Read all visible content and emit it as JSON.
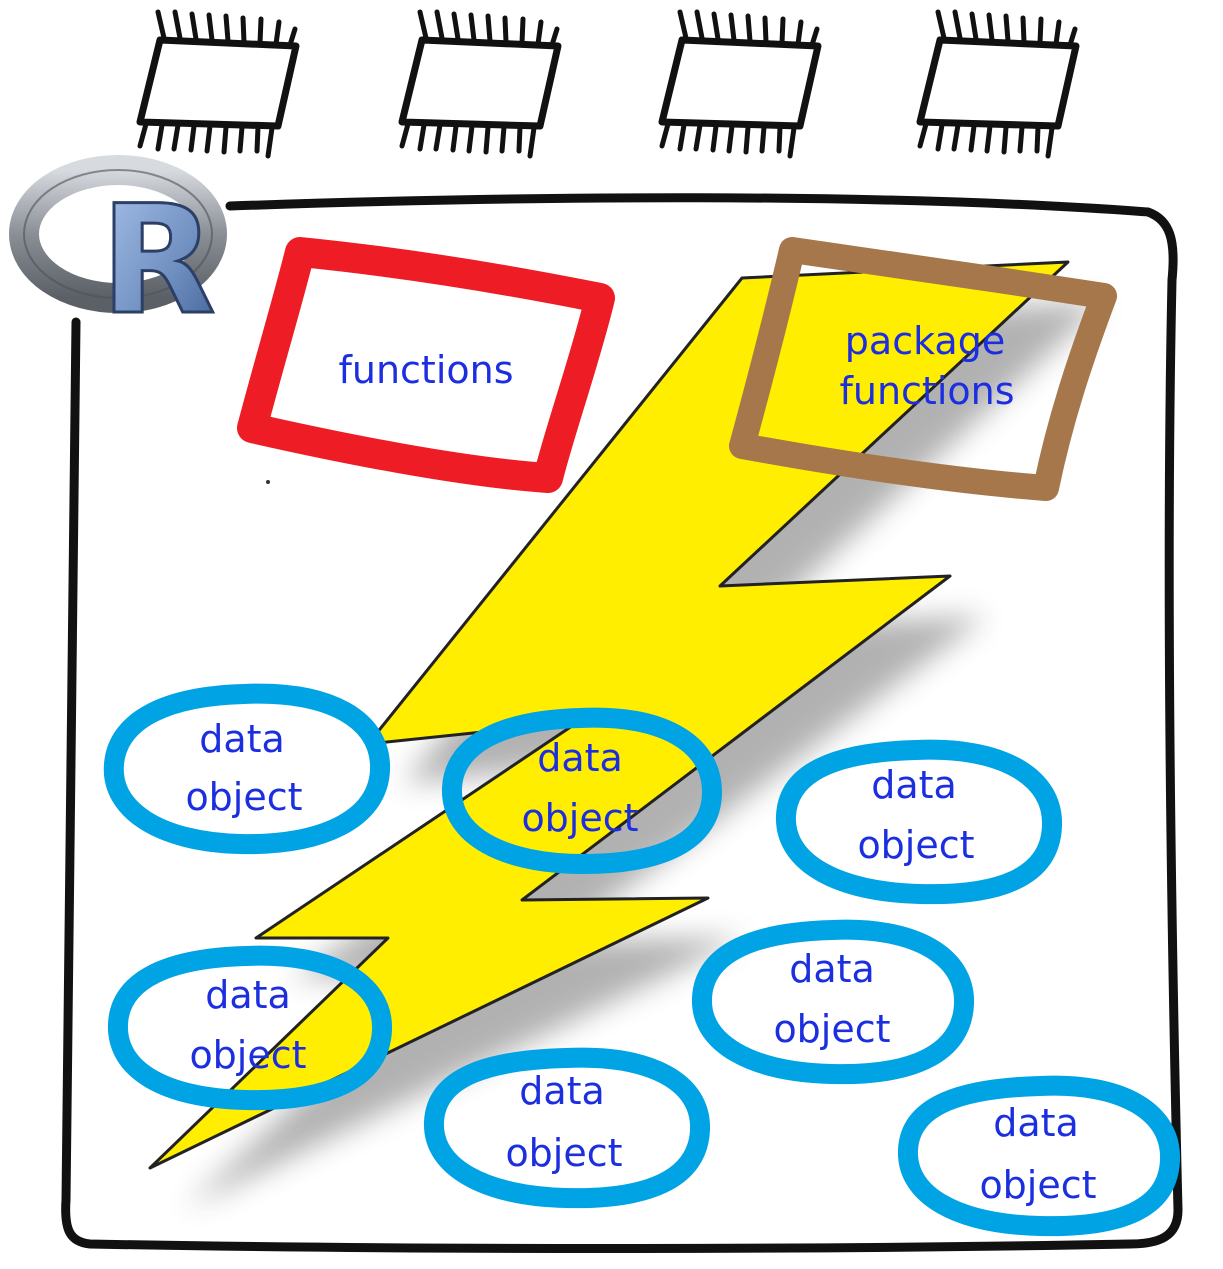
{
  "logo": {
    "letter": "R",
    "ring_color": "#8a8f96",
    "letter_color": "#6f8fc0"
  },
  "colors": {
    "outline": "#111111",
    "lightning_fill": "#ffee00",
    "functions_border": "#ee1c25",
    "package_border": "#a5774a",
    "data_border": "#00a3e4",
    "label_text": "#1c2fe0"
  },
  "chips": [
    {
      "name": "chip-1"
    },
    {
      "name": "chip-2"
    },
    {
      "name": "chip-3"
    },
    {
      "name": "chip-4"
    }
  ],
  "functions_box": {
    "label": "functions"
  },
  "package_box": {
    "line1": "package",
    "line2": "functions"
  },
  "data_objects": [
    {
      "line1": "data",
      "line2": "object"
    },
    {
      "line1": "data",
      "line2": "object"
    },
    {
      "line1": "data",
      "line2": "object"
    },
    {
      "line1": "data",
      "line2": "object"
    },
    {
      "line1": "data",
      "line2": "object"
    },
    {
      "line1": "data",
      "line2": "object"
    },
    {
      "line1": "data",
      "line2": "object"
    }
  ]
}
